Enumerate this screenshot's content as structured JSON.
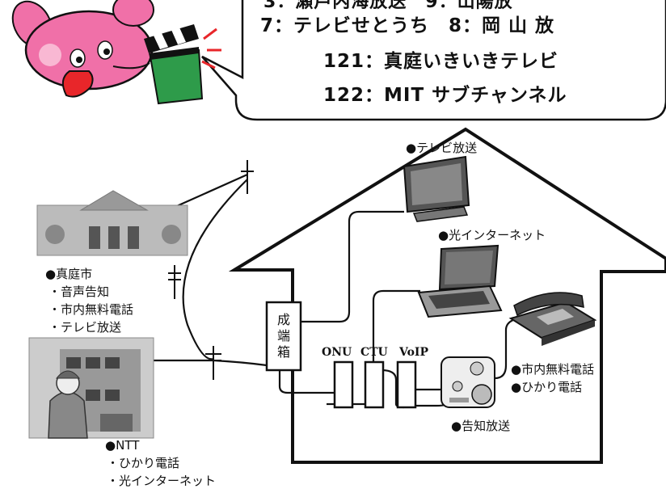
{
  "bubble": {
    "line1_partial": "3：瀬戸内海放送　9：山陽放",
    "line2": "7：テレビせとうち　8：岡 山 放",
    "line3": "121：真庭いきいきテレビ",
    "line4": "122：MIT サブチャンネル"
  },
  "labels": {
    "tv": "●テレビ放送",
    "internet": "●光インターネット",
    "phone1": "●市内無料電話",
    "phone2": "●ひかり電話",
    "notify": "●告知放送",
    "terminal": [
      "成",
      "端",
      "箱"
    ],
    "onu": "ONU",
    "ctu": "CTU",
    "voip": "VoIP"
  },
  "maniwa": {
    "title": "●真庭市",
    "items": [
      "・音声告知",
      "・市内無料電話",
      "・テレビ放送"
    ]
  },
  "ntt": {
    "title": "●NTT",
    "items": [
      "・ひかり電話",
      "・光インターネット"
    ]
  },
  "colors": {
    "mascot_pink": "#f070a8",
    "clapper_green": "#2e9b4a",
    "tongue_red": "#e8262a"
  }
}
